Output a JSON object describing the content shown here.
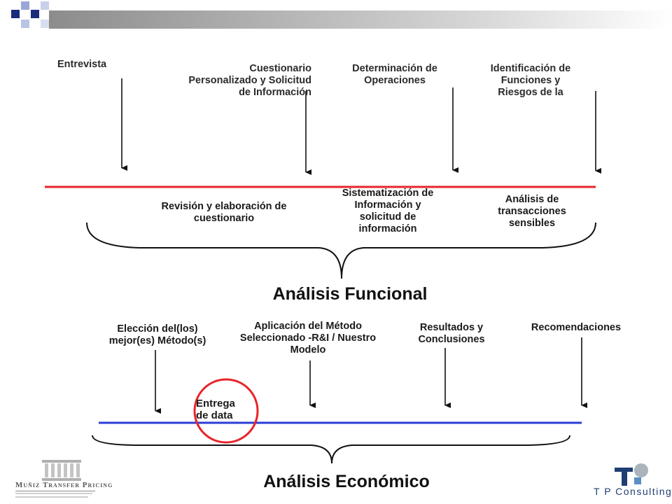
{
  "functional": {
    "title": "Análisis Funcional",
    "top_labels": [
      "Entrevista",
      "Cuestionario\nPersonalizado y Solicitud\nde Información",
      "Determinación de\nOperaciones",
      "Identificación de\nFunciones y\nRiesgos de la"
    ],
    "bottom_labels": [
      "Revisión y elaboración de\ncuestionario",
      "Sistematización de\nInformación y\nsolicitud de\ninformación",
      "Análisis de\ntransacciones\nsensibles"
    ]
  },
  "economic": {
    "title": "Análisis Económico",
    "top_labels": [
      "Elección del(los)\nmejor(es) Método(s)",
      "Aplicación del Método\nSeleccionado -R&I / Nuestro\nModelo",
      "Resultados y\nConclusiones",
      "Recomendaciones"
    ],
    "circle_label": "Entrega\nde data"
  },
  "logos": {
    "left": "Muñiz Transfer Pricing",
    "right": "T P Consulting"
  },
  "colors": {
    "functional_line": "#e8242a",
    "economic_line": "#2a3ed6",
    "circle": "#e8242a",
    "header_squares": "#1c2a7a"
  }
}
